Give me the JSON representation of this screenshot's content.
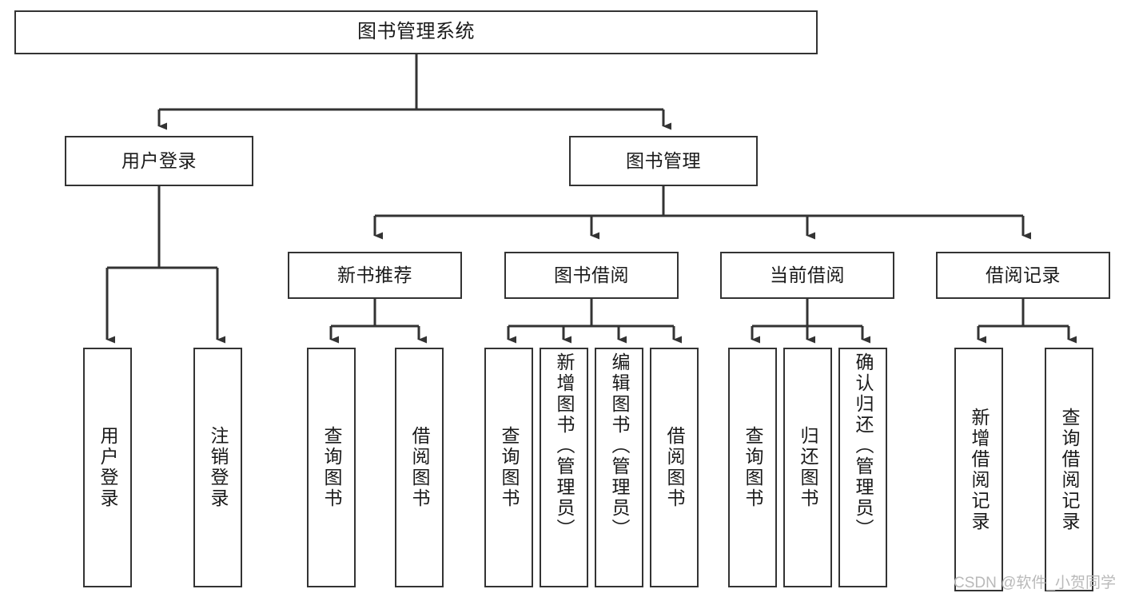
{
  "diagram": {
    "type": "tree",
    "title": "图书管理系统",
    "orientation": "top-down",
    "colors": {
      "box_border": "#333333",
      "box_fill": "#ffffff",
      "edge": "#333333",
      "text": "#1a1a1a",
      "watermark": "#b9b9b9",
      "background": "#ffffff"
    }
  },
  "watermark": {
    "text": "CSDN @软件_小贺同学"
  },
  "nodes": {
    "root": {
      "label": "图书管理系统"
    },
    "level2": [
      {
        "id": "user-login",
        "label": "用户登录"
      },
      {
        "id": "book-manage",
        "label": "图书管理"
      }
    ],
    "level3": [
      {
        "id": "new-book-recommend",
        "label": "新书推荐"
      },
      {
        "id": "book-borrow",
        "label": "图书借阅"
      },
      {
        "id": "current-borrow",
        "label": "当前借阅"
      },
      {
        "id": "borrow-record",
        "label": "借阅记录"
      }
    ],
    "leaves": {
      "user_login": [
        {
          "id": "leaf-user-login",
          "label": "用户登录"
        },
        {
          "id": "leaf-logout-login",
          "label": "注销登录"
        }
      ],
      "new_book_recommend": [
        {
          "id": "leaf-query-book-1",
          "label": "查询图书"
        },
        {
          "id": "leaf-borrow-book-1",
          "label": "借阅图书"
        }
      ],
      "book_borrow": [
        {
          "id": "leaf-query-book-2",
          "label": "查询图书"
        },
        {
          "id": "leaf-add-book",
          "label": "新增图书（管理员）"
        },
        {
          "id": "leaf-edit-book",
          "label": "编辑图书（管理员）"
        },
        {
          "id": "leaf-borrow-book-2",
          "label": "借阅图书"
        }
      ],
      "current_borrow": [
        {
          "id": "leaf-query-book-3",
          "label": "查询图书"
        },
        {
          "id": "leaf-return-book",
          "label": "归还图书"
        },
        {
          "id": "leaf-confirm-return",
          "label": "确认归还（管理员）"
        }
      ],
      "borrow_record": [
        {
          "id": "leaf-add-record",
          "label": "新增借阅记录"
        },
        {
          "id": "leaf-query-record",
          "label": "查询借阅记录"
        }
      ]
    }
  }
}
